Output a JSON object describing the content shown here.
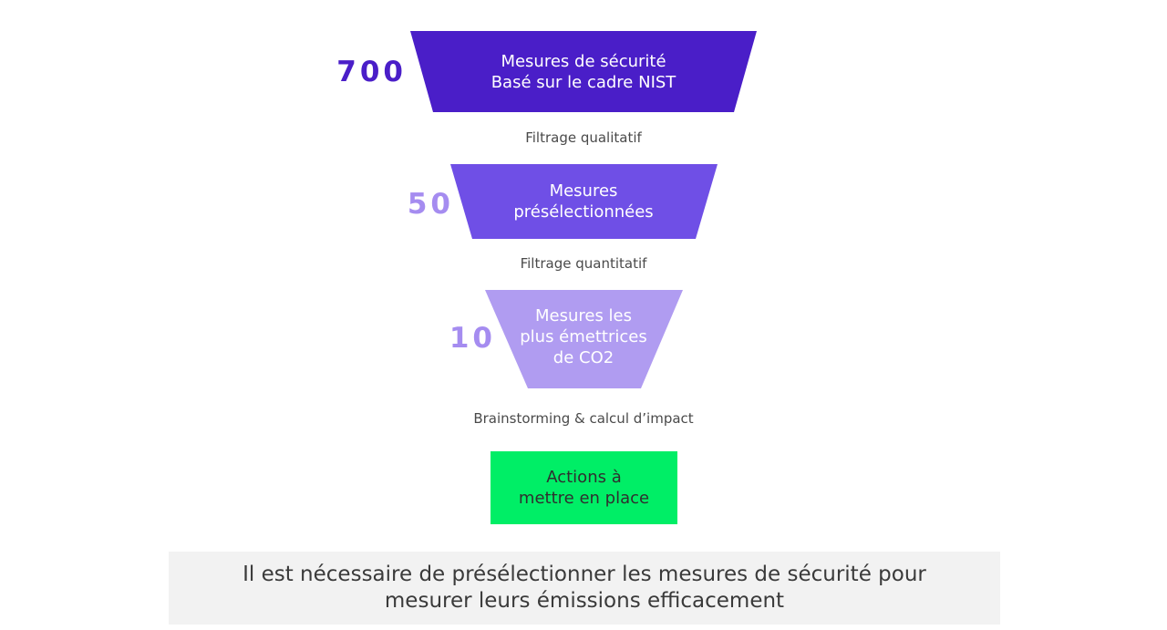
{
  "colors": {
    "stage1": "#4a1ec8",
    "stage2": "#6f4fe6",
    "stage3": "#b09cf1",
    "count1": "#4a1ec8",
    "count2": "#a58cf0",
    "count3": "#a58cf0",
    "final": "#00ee66"
  },
  "stages": [
    {
      "count": "700",
      "line1": "Mesures de sécurité",
      "line2": "Basé sur le cadre NIST",
      "line3": ""
    },
    {
      "count": "50",
      "line1": "Mesures",
      "line2": "présélectionnées",
      "line3": ""
    },
    {
      "count": "10",
      "line1": "Mesures les",
      "line2": "plus émettrices",
      "line3": "de CO2"
    }
  ],
  "filters": [
    "Filtrage qualitatif",
    "Filtrage quantitatif",
    "Brainstorming & calcul d’impact"
  ],
  "final": {
    "line1": "Actions à",
    "line2": "mettre en place"
  },
  "note": {
    "line1": "Il est nécessaire de présélectionner les mesures de sécurité pour",
    "line2": "mesurer leurs émissions efficacement"
  }
}
